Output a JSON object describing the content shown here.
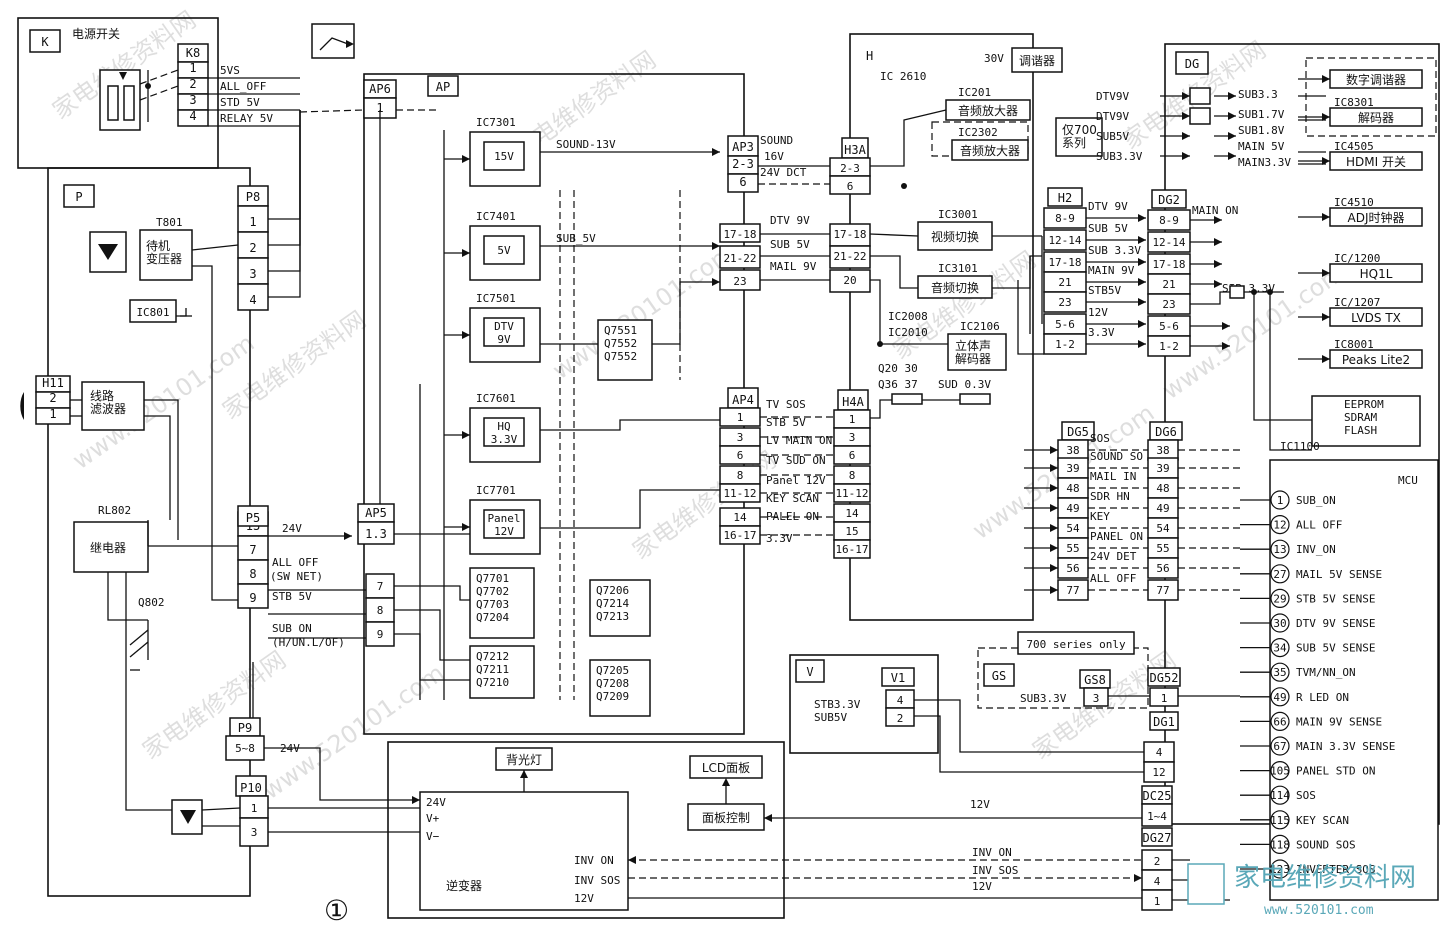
{
  "sections": {
    "K": "K",
    "P": "P",
    "AP": "AP",
    "H": "H",
    "DG": "DG",
    "V": "V",
    "GS": "GS"
  },
  "power_switch": "电源开关",
  "k8": {
    "id": "K8",
    "pins": [
      "1",
      "2",
      "3",
      "4"
    ],
    "signals": [
      "5VS",
      "ALL_OFF",
      "STD 5V",
      "RELAY 5V"
    ]
  },
  "p8": {
    "id": "P8",
    "pins": [
      "1",
      "2",
      "3",
      "4"
    ]
  },
  "t801": {
    "id": "T801",
    "label": "待机\n变压器"
  },
  "ic801": "IC801",
  "h11": {
    "id": "H11",
    "pins": [
      "2",
      "1"
    ]
  },
  "line_filter": "线路\n滤波器",
  "rl802": {
    "id": "RL802",
    "label": "继电器"
  },
  "q802": "Q802",
  "p5": {
    "id": "P5",
    "pins": [
      "13",
      "7",
      "8",
      "9"
    ]
  },
  "p5_signals": [
    "24V",
    "ALL OFF",
    "(SW NET)",
    "STB 5V",
    "SUB ON",
    "(H/UN.L/OF)"
  ],
  "p9": {
    "id": "P9",
    "pins": [
      "5~8"
    ],
    "signal": "24V"
  },
  "p10": {
    "id": "P10",
    "pins": [
      "1",
      "3"
    ]
  },
  "ap6": {
    "id": "AP6",
    "pin": "1"
  },
  "ap5": {
    "id": "AP5",
    "pins": [
      "1.3",
      "7",
      "8",
      "9"
    ]
  },
  "regs": [
    {
      "id": "IC7301",
      "val": "15V",
      "sig": "SOUND-13V"
    },
    {
      "id": "IC7401",
      "val": "5V",
      "sig": "SUB_5V"
    },
    {
      "id": "IC7501",
      "val": "DTV\n9V"
    },
    {
      "id": "IC7601",
      "val": "HQ\n3.3V"
    },
    {
      "id": "IC7701",
      "val": "Panel\n12V"
    }
  ],
  "q_groups": [
    "Q7551\nQ7552\nQ7552",
    "Q7701\nQ7702\nQ7703\nQ7204",
    "Q7212\nQ7211\nQ7210",
    "Q7206\nQ7214\nQ7213",
    "Q7205\nQ7208\nQ7209"
  ],
  "ap3": {
    "id": "AP3",
    "pins": [
      "2-3",
      "6",
      "17-18",
      "21-22",
      "23"
    ]
  },
  "ap3_signals": [
    "SOUND",
    "16V",
    "24V DCT",
    "DTV 9V",
    "SUB 5V",
    "MAIL 9V"
  ],
  "ap4": {
    "id": "AP4",
    "pins": [
      "1",
      "3",
      "6",
      "8",
      "11-12",
      "14",
      "16-17"
    ]
  },
  "ap4_signals": [
    "TV SOS",
    "STB 5V",
    "LV MAIN ON",
    "TV SUD ON",
    "Panel 12V",
    "KEY SCAN",
    "PALEL ON",
    "3.3V"
  ],
  "h3a": {
    "id": "H3A",
    "pins": [
      "2-3",
      "6",
      "17-18",
      "21-22",
      "20"
    ]
  },
  "h4a": {
    "id": "H4A",
    "pins": [
      "1",
      "3",
      "6",
      "8",
      "11-12",
      "14",
      "15",
      "16-17"
    ]
  },
  "tuner": {
    "v": "30V",
    "label": "调谐器"
  },
  "ic2610": "IC 2610",
  "ic201": {
    "id": "IC201",
    "label": "音频放大器"
  },
  "ic2302": {
    "id": "IC2302",
    "label": "音频放大器"
  },
  "only700": "仅700\n系列",
  "ic3001": {
    "id": "IC3001",
    "label": "视频切换"
  },
  "ic3101": {
    "id": "IC3101",
    "label": "音频切换"
  },
  "ic2008": "IC2008",
  "ic2010": "IC2010",
  "ic2106": {
    "id": "IC2106",
    "label": "立体声\n解码器"
  },
  "q2030": "Q20 30",
  "q3637": "Q36 37",
  "sud": "SUD 0.3V",
  "h2": {
    "id": "H2",
    "pins": [
      "8-9",
      "12-14",
      "17-18",
      "21",
      "23",
      "5-6",
      "1-2"
    ]
  },
  "h2_signals": [
    "DTV 9V",
    "SUB 5V",
    "SUB 3.3V",
    "MAIN 9V",
    "STB5V",
    "12V",
    "3.3V"
  ],
  "dg2": {
    "id": "DG2",
    "pins": [
      "8-9",
      "12-14",
      "17-18",
      "21",
      "23",
      "5-6",
      "1-2"
    ]
  },
  "main_on": "MAIN ON",
  "sib": "SIB 3.3V",
  "dg_left": [
    "DTV9V",
    "DTV9V",
    "SUB5V",
    "SUB3.3V"
  ],
  "dg_mid": [
    "SUB3.3",
    "SUB1.7V",
    "SUB1.8V",
    "MAIN 5V",
    "MAIN3.3V"
  ],
  "dg_right": [
    {
      "id": "",
      "label": "数字调谐器"
    },
    {
      "id": "IC8301",
      "label": "解码器"
    },
    {
      "id": "IC4505",
      "label": "HDMI 开关"
    },
    {
      "id": "IC4510",
      "label": "ADJ时钟器"
    },
    {
      "id": "IC/1200",
      "label": "HQ1L"
    },
    {
      "id": "IC/1207",
      "label": "LVDS TX"
    },
    {
      "id": "IC8001",
      "label": "Peaks Lite2"
    }
  ],
  "memory": "EEPROM\nSDRAM\nFLASH",
  "ic1100": "IC1100",
  "mcu": "MCU",
  "dg5": {
    "id": "DG5",
    "pins": [
      "38",
      "39",
      "48",
      "49",
      "54",
      "55",
      "56",
      "77"
    ]
  },
  "dg6": {
    "id": "DG6",
    "pins": [
      "38",
      "39",
      "48",
      "49",
      "54",
      "55",
      "56",
      "77"
    ]
  },
  "dg5_signals": [
    "SOS",
    "SOUND SO",
    "MAIL IN",
    "SDR HN",
    "KEY",
    "PANEL ON",
    "24V DET",
    "ALL OFF"
  ],
  "mcu_pins": [
    {
      "n": "1",
      "s": "SUB_ON"
    },
    {
      "n": "12",
      "s": "ALL OFF"
    },
    {
      "n": "13",
      "s": "INV_ON"
    },
    {
      "n": "27",
      "s": "MAIL 5V SENSE"
    },
    {
      "n": "29",
      "s": "STB 5V SENSE"
    },
    {
      "n": "30",
      "s": "DTV 9V SENSE"
    },
    {
      "n": "34",
      "s": "SUB 5V SENSE"
    },
    {
      "n": "35",
      "s": "TVM/NN_ON"
    },
    {
      "n": "49",
      "s": "R LED ON"
    },
    {
      "n": "66",
      "s": "MAIN 9V SENSE"
    },
    {
      "n": "67",
      "s": "MAIN 3.3V SENSE"
    },
    {
      "n": "105",
      "s": "PANEL STD ON"
    },
    {
      "n": "114",
      "s": "SOS"
    },
    {
      "n": "115",
      "s": "KEY SCAN"
    },
    {
      "n": "118",
      "s": "SOUND SOS"
    },
    {
      "n": "123",
      "s": "INVERTER SOS"
    }
  ],
  "series700": "700 series only",
  "gs8": {
    "id": "GS8",
    "pin": "3",
    "sig": "SUB3.3V"
  },
  "dg52": {
    "id": "DG52",
    "pin": "1"
  },
  "dg1": {
    "id": "DG1",
    "pins": [
      "4",
      "12"
    ]
  },
  "dg25": {
    "id": "DC25",
    "pins": [
      "1~4"
    ]
  },
  "dg27": {
    "id": "DG27",
    "pins": [
      "2",
      "4",
      "1"
    ]
  },
  "v1": {
    "id": "V1",
    "pins": [
      "4",
      "2"
    ],
    "sig": "STB3.3V\nSUB5V"
  },
  "backlight": "背光灯",
  "lcd": "LCD面板",
  "panel_ctrl": "面板控制",
  "inverter": {
    "label": "逆变器",
    "pins": [
      "24V",
      "V+",
      "V−",
      "INV ON",
      "INV SOS",
      "12V"
    ]
  },
  "bottom_signals": [
    "12V",
    "INV ON",
    "INV SOS",
    "12V"
  ],
  "fig": "①",
  "watermark_text": "家电维修资料网",
  "watermark_url": "www.520101.com",
  "brand": "家电维修资料网",
  "brand_url": "www.520101.com"
}
